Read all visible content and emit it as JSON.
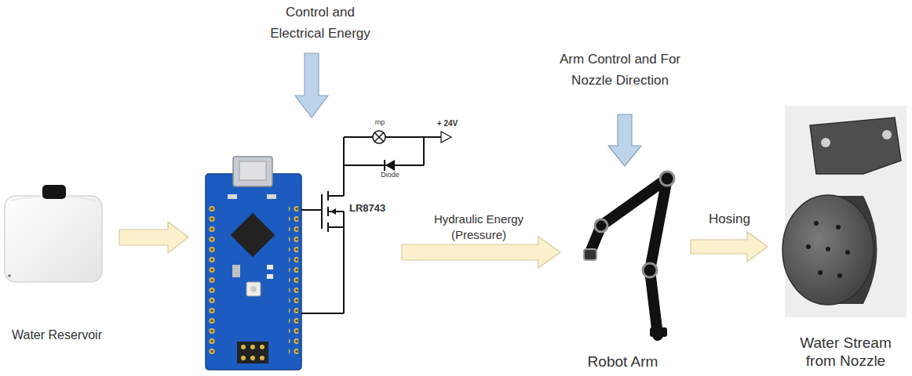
{
  "diagram": {
    "nodes": [
      {
        "text": [
          "Water Reservoir"
        ]
      },
      {
        "text": [
          "Robot Arm"
        ]
      },
      {
        "text": [
          "Water Stream from Nozzle"
        ]
      }
    ],
    "edges": [
      {
        "from": 1,
        "to": 2,
        "arrow": "to",
        "label": "Hosing"
      }
    ],
    "labels": [
      "Control and Electrical Energy",
      "mp",
      "+ 24V",
      "Diode",
      "LR8743",
      "Hydraulic Energy (Pressure)",
      "Arm Control and For Nozzle Direction"
    ]
  }
}
